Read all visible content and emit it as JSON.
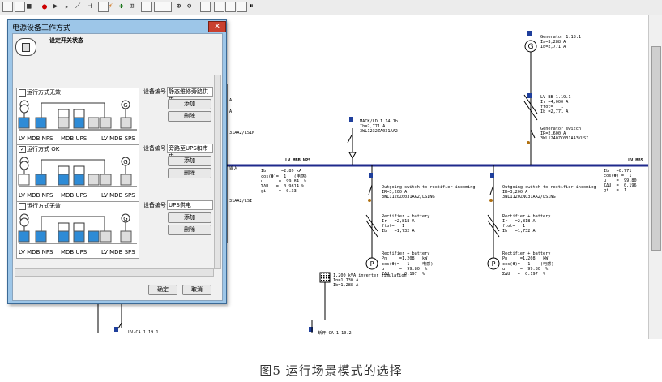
{
  "caption": "图5  运行场景模式的选择",
  "dialog": {
    "title": "电源设备工作方式",
    "header_label": "设定开关状态",
    "device_label": "设备编号",
    "panels": [
      {
        "status": "运行方式无效",
        "device_value": "静态维修旁路供电",
        "add": "添加",
        "remove": "删除",
        "checked": false,
        "labels": [
          "LV MDB NPS",
          "MDB UPS",
          "LV MDB SPS"
        ]
      },
      {
        "status": "运行方式 OK",
        "device_value": "旁路至UPS和市电",
        "add": "添加",
        "remove": "删除",
        "checked": true,
        "labels": [
          "LV MDB NPS",
          "MDB UPS",
          "LV MDB SPS"
        ]
      },
      {
        "status": "运行方式无效",
        "device_value": "UPS供电",
        "add": "添加",
        "remove": "删除",
        "checked": false,
        "labels": [
          "LV MDB NPS",
          "MDB UPS",
          "LV MDB SPS"
        ]
      }
    ],
    "ok": "确定",
    "cancel": "取消"
  },
  "diagram": {
    "gen": {
      "title": "Generator 1.18.1",
      "ia": "Ia=3,288 A",
      "ib": "Ib=2,771 A"
    },
    "lv_busbar": {
      "title": "LV-BB 1.19.1",
      "ir": "Ir =4,000 A",
      "ftot": "ftot=   1",
      "ib": "Ib =2,771 A"
    },
    "gen_switch": {
      "title": "Generator switch",
      "ir": "IR=2,600 A",
      "code": "3WL1240ZC031AA3/LSI"
    },
    "mack": {
      "title": "MACK/LD 1.14.1b",
      "ib": "Ib=2,771 A",
      "code": "3WL1232ZA031AA2"
    },
    "bus_name": "LV MBB NPS",
    "bus_name_right": "LV MBS",
    "left_part": {
      "a1": "A",
      "a2": "A",
      "a3": "输入",
      "a4": "31AA2/LSIN",
      "a5": "31AA2/LSI"
    },
    "bus_vals": {
      "l1": "Ib      =2.89 kA",
      "l2": "cos(Φ)=  1   (电感)",
      "l3": "u      =  99.84  %",
      "l4": "ΣΔU   =  0.9814 %",
      "l5": "gi     =  0.33"
    },
    "bus_vals_right": {
      "l1": "Ib   =0.771",
      "l2": "cos(Φ) =  1",
      "l3": "u    =  99.80",
      "l4": "ΣΔU  =  0.196",
      "l5": "gi   =  1"
    },
    "out1": {
      "t": "Outgoing switch to rectifier incoming",
      "ir": "IR=3,200 A",
      "code": "3WL1120Z0031AA2/LSING"
    },
    "out2": {
      "t": "Outgoing switch to rectifier incoming",
      "ir": "IR=3,200 A",
      "code": "3WL1120ZNC31AA2/LSING"
    },
    "rb1": {
      "t": "Rectifier + battery",
      "ir": "Ir   =2,818 A",
      "ftot": "ftot=   1",
      "ib": "Ib   =1,732 A"
    },
    "rb2": {
      "t": "Rectifier + battery",
      "ir": "Ir   =2,818 A",
      "ftot": "ftot=   1",
      "ib": "Ib   =1,732 A"
    },
    "load1": {
      "t": "Rectifier + battery",
      "pn": "Pn     =1,208   kW",
      "cos": "cos(Φ)=   1    (电感)",
      "u": "u      =  99.80  %",
      "du": "ΣΔU   =  0.197  %"
    },
    "load2": {
      "t": "Rectifier + battery",
      "pn": "Pn     =1,208   kW",
      "cos": "cos(Φ)=   1    (电感)",
      "u": "u      =  99.80  %",
      "du": "ΣΔU   =  0.197  %"
    },
    "inverter": {
      "t": "1,200 kVA inverter simulation",
      "in": "In=1,730 A",
      "ib": "Ib=1,288 A"
    },
    "bottom1": "LV-CA 1.19.1",
    "bottom2": "断开-CA 1.10.2"
  }
}
